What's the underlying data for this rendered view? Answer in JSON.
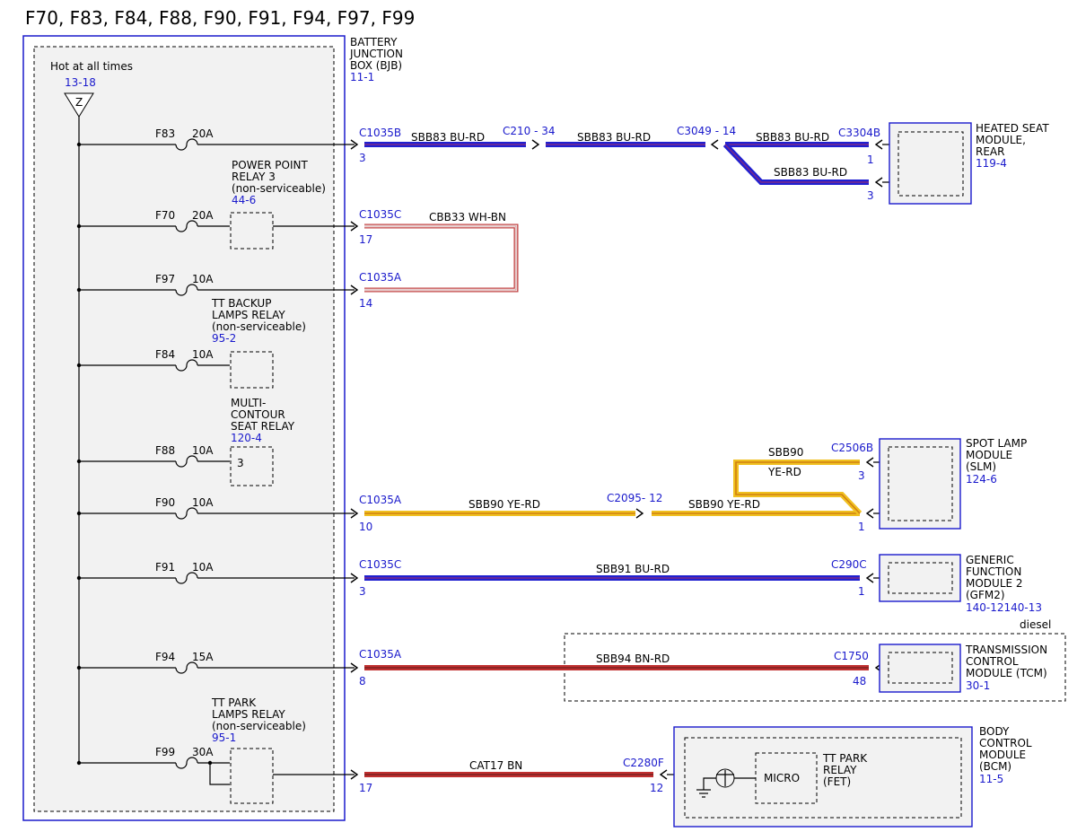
{
  "title": "F70, F83, F84, F88, F90, F91, F94, F97, F99",
  "bjb": {
    "name_lines": [
      "BATTERY",
      "JUNCTION",
      "BOX (BJB)"
    ],
    "ref": "11-1",
    "hot_label": "Hot at all times",
    "hot_ref": "13-18",
    "splice_letter": "Z"
  },
  "fuses": [
    {
      "id": "F83",
      "amp": "20A"
    },
    {
      "id": "F70",
      "amp": "20A"
    },
    {
      "id": "F97",
      "amp": "10A"
    },
    {
      "id": "F84",
      "amp": "10A"
    },
    {
      "id": "F88",
      "amp": "10A"
    },
    {
      "id": "F90",
      "amp": "10A"
    },
    {
      "id": "F91",
      "amp": "10A"
    },
    {
      "id": "F94",
      "amp": "15A"
    },
    {
      "id": "F99",
      "amp": "30A"
    }
  ],
  "relays": [
    {
      "lines": [
        "POWER POINT",
        "RELAY 3",
        "(non-serviceable)"
      ],
      "ref": "44-6",
      "pin": ""
    },
    {
      "lines": [
        "TT BACKUP",
        "LAMPS RELAY",
        "(non-serviceable)"
      ],
      "ref": "95-2",
      "pin": ""
    },
    {
      "lines": [
        "MULTI-",
        "CONTOUR",
        "SEAT RELAY"
      ],
      "ref": "120-4",
      "pin": "3"
    },
    {
      "lines": [
        "TT PARK",
        "LAMPS RELAY",
        "(non-serviceable)"
      ],
      "ref": "95-1",
      "pin": ""
    }
  ],
  "connectors": {
    "c1035b": {
      "name": "C1035B",
      "pin": "3"
    },
    "c210": {
      "name": "C210 - 34"
    },
    "c3049": {
      "name": "C3049 - 14"
    },
    "c3304b": {
      "name": "C3304B",
      "pin1": "1",
      "pin2": "3"
    },
    "c1035c_a": {
      "name": "C1035C",
      "pin": "17"
    },
    "c1035a_a": {
      "name": "C1035A",
      "pin": "14"
    },
    "c2506b": {
      "name": "C2506B",
      "pin1": "3",
      "pin2": "1"
    },
    "c1035a_b": {
      "name": "C1035A",
      "pin": "10"
    },
    "c2095": {
      "name": "C2095- 12"
    },
    "c1035c_b": {
      "name": "C1035C",
      "pin": "3"
    },
    "c290c": {
      "name": "C290C",
      "pin": "1"
    },
    "c1035a_c": {
      "name": "C1035A",
      "pin": "8"
    },
    "c1750": {
      "name": "C1750",
      "pin": "48"
    },
    "c1035_d": {
      "pin": "17"
    },
    "c2280f": {
      "name": "C2280F",
      "pin": "12"
    }
  },
  "wires": {
    "sbb83": "SBB83  BU-RD",
    "cbb33": "CBB33  WH-BN",
    "sbb90": "SBB90  YE-RD",
    "sbb90_a": "SBB90",
    "sbb90_b": "YE-RD",
    "sbb91": "SBB91  BU-RD",
    "sbb94": "SBB94  BN-RD",
    "cat17": "CAT17  BN"
  },
  "modules": {
    "heated_seat": {
      "lines": [
        "HEATED SEAT",
        "MODULE,",
        "REAR"
      ],
      "ref": "119-4"
    },
    "spot_lamp": {
      "lines": [
        "SPOT LAMP",
        "MODULE",
        "(SLM)"
      ],
      "ref": "124-6"
    },
    "gfm2": {
      "lines": [
        "GENERIC",
        "FUNCTION",
        "MODULE 2",
        "(GFM2)"
      ],
      "ref": "140-12140-13"
    },
    "tcm": {
      "lines": [
        "TRANSMISSION",
        "CONTROL",
        "MODULE (TCM)"
      ],
      "ref": "30-1"
    },
    "bcm": {
      "lines": [
        "BODY",
        "CONTROL",
        "MODULE",
        "(BCM)"
      ],
      "ref": "11-5"
    }
  },
  "diesel_label": "diesel",
  "bcm_internal": {
    "micro": "MICRO",
    "relay_lines": [
      "TT PARK",
      "RELAY",
      "(FET)"
    ]
  },
  "colors": {
    "blue_wire": "#2020d0",
    "purple_core": "#7a2a8a",
    "yellow_wire": "#f0c020",
    "orange_core": "#d08010",
    "red_wire": "#c03030",
    "brown_core": "#7a2020",
    "bjb_blue": "#1a1acc"
  }
}
